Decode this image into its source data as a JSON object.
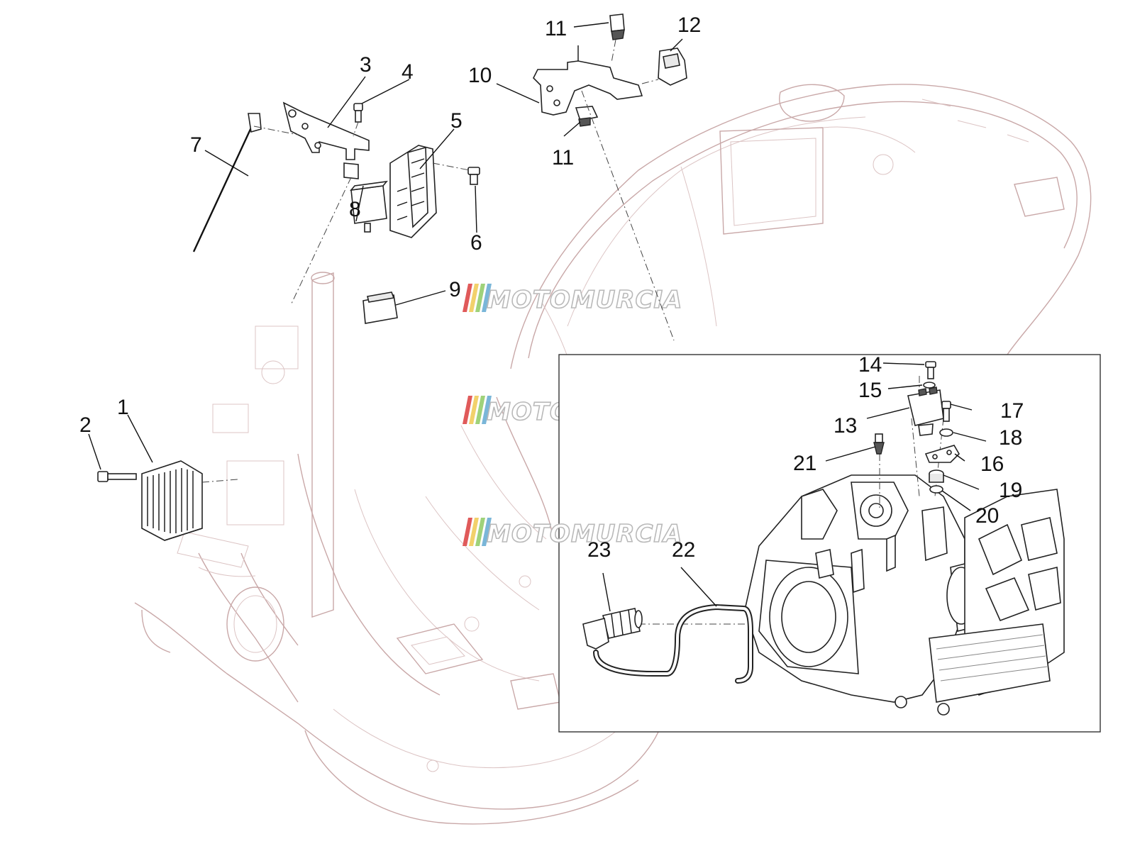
{
  "diagram": {
    "callouts": [
      "1",
      "2",
      "3",
      "4",
      "5",
      "6",
      "7",
      "8",
      "9",
      "10",
      "11",
      "11",
      "12",
      "13",
      "14",
      "15",
      "16",
      "17",
      "18",
      "19",
      "20",
      "21",
      "22",
      "23"
    ],
    "watermark": {
      "text": "MOTOMURCIA",
      "stripe_colors": [
        "#e05a5a",
        "#f2d16b",
        "#9fd27a",
        "#7ab6d8"
      ]
    },
    "colors": {
      "scooter_frame": "#c9a8a8",
      "parts": "#222222"
    }
  }
}
